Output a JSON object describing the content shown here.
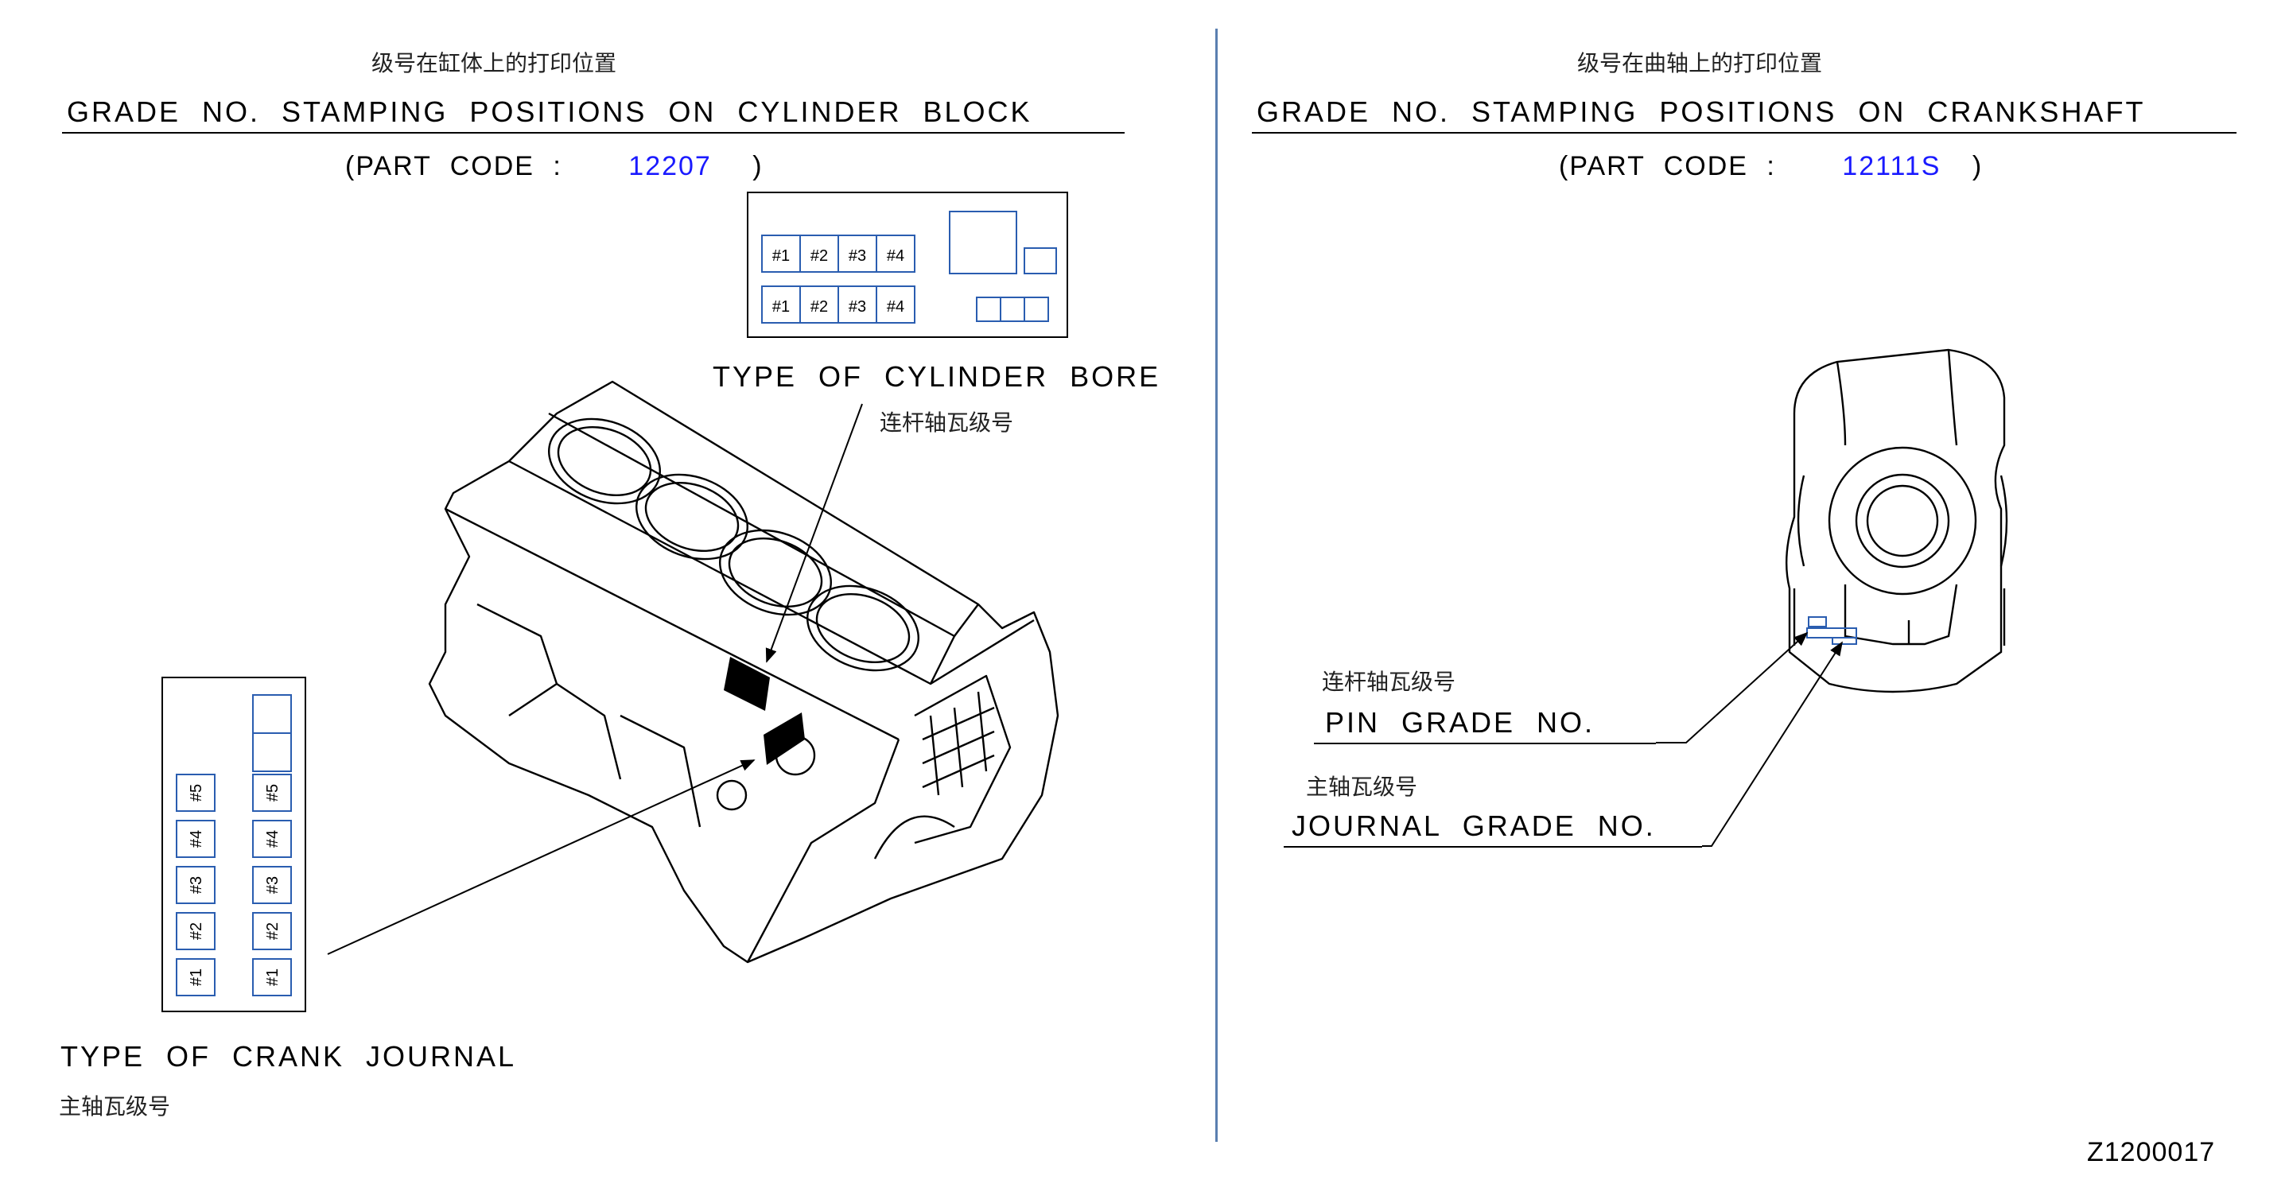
{
  "left": {
    "title_cn": "级号在缸体上的打印位置",
    "title_en": "GRADE NO. STAMPING POSITIONS ON CYLINDER BLOCK",
    "part_code_label": "(PART CODE :",
    "part_code_value": "12207",
    "part_code_close": ")",
    "bore_label_en": "TYPE OF CYLINDER BORE",
    "bore_label_cn": "连杆轴瓦级号",
    "journal_label_en": "TYPE OF CRANK JOURNAL",
    "journal_label_cn": "主轴瓦级号",
    "bore_grid": [
      "#1",
      "#2",
      "#3",
      "#4"
    ],
    "journal_grid": [
      "#5",
      "#4",
      "#3",
      "#2",
      "#1"
    ]
  },
  "right": {
    "title_cn": "级号在曲轴上的打印位置",
    "title_en": "GRADE NO. STAMPING POSITIONS ON CRANKSHAFT",
    "part_code_label": "(PART CODE :",
    "part_code_value": "12111S",
    "part_code_close": ")",
    "pin_label_cn": "连杆轴瓦级号",
    "pin_label_en": "PIN GRADE NO.",
    "journal_label_cn": "主轴瓦级号",
    "journal_label_en": "JOURNAL GRADE NO."
  },
  "figure_code": "Z1200017",
  "colors": {
    "accent_blue": "#1a1aff",
    "divider": "#5a7fb0",
    "box_stroke": "#2a5db0"
  }
}
